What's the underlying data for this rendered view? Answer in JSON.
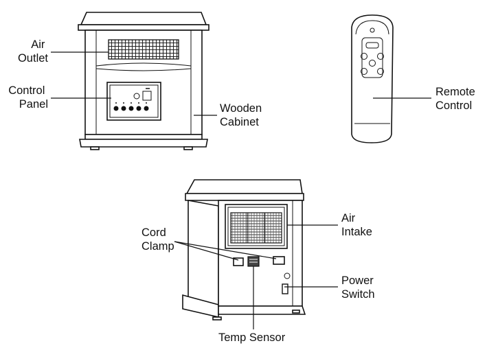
{
  "labels": {
    "air_outlet": [
      "Air",
      "Outlet"
    ],
    "control_panel": [
      "Control",
      "Panel"
    ],
    "wooden_cabinet": [
      "Wooden",
      "Cabinet"
    ],
    "remote_control": [
      "Remote",
      "Control"
    ],
    "air_intake": [
      "Air",
      "Intake"
    ],
    "cord_clamp": [
      "Cord",
      "Clamp"
    ],
    "power_switch": [
      "Power",
      "Switch"
    ],
    "temp_sensor": "Temp Sensor"
  }
}
